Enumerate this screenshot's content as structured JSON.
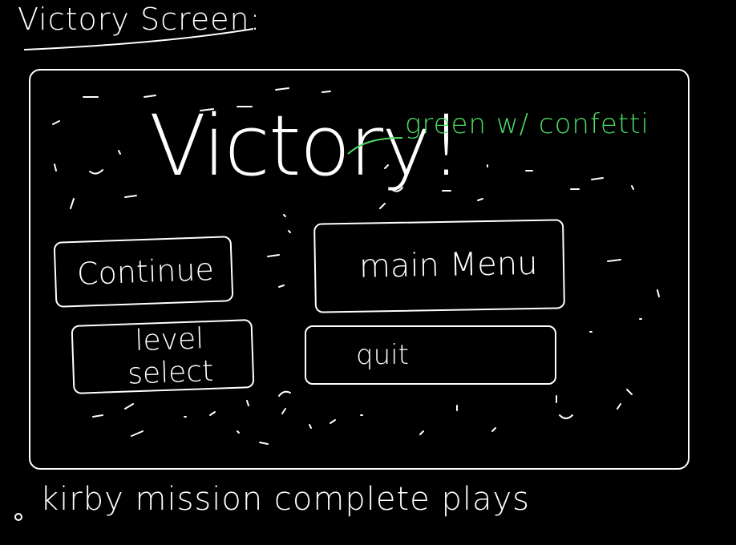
{
  "header": {
    "title": "Victory Screen:"
  },
  "screen": {
    "title": "Victory!",
    "buttons": {
      "continue_label": "Continue",
      "main_menu_label": "main Menu",
      "level_select_label": "level select",
      "quit_label": "quit"
    }
  },
  "annotation": {
    "note": "green w/ confetti",
    "color": "#4cd964"
  },
  "notes": {
    "bullet": "kirby mission complete plays"
  },
  "colors": {
    "background": "#000000",
    "ink": "#ffffff",
    "annotation": "#4cd964"
  }
}
